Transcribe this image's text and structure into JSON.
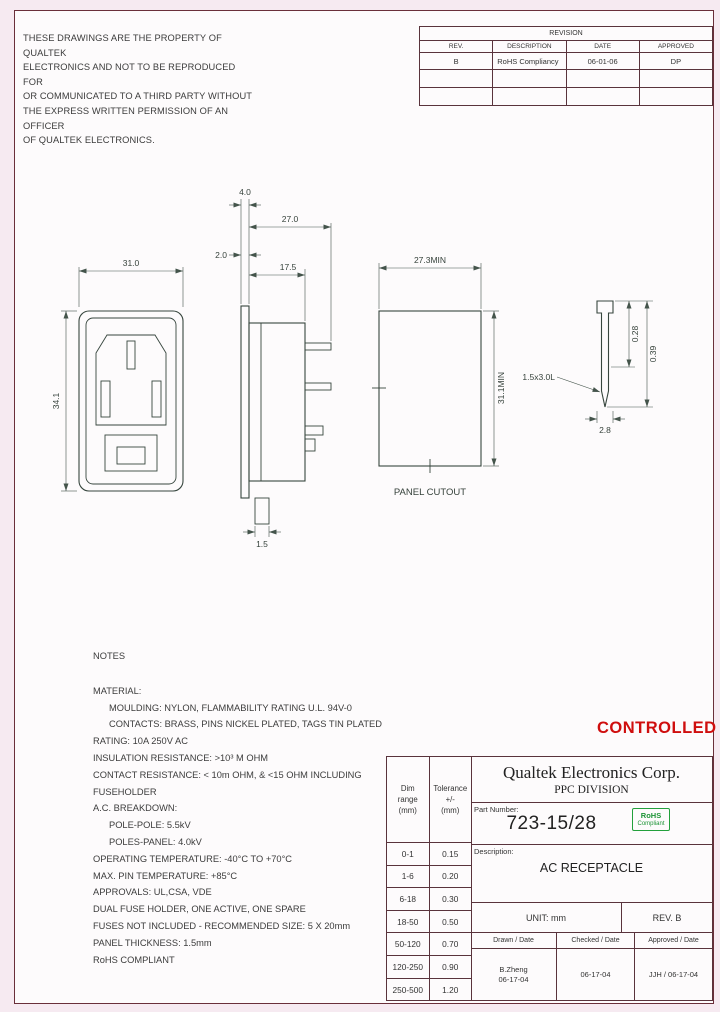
{
  "copyright": {
    "lines": [
      "THESE DRAWINGS ARE THE PROPERTY OF QUALTEK",
      "ELECTRONICS AND NOT TO BE REPRODUCED FOR",
      "OR COMMUNICATED TO A THIRD PARTY WITHOUT",
      "THE EXPRESS WRITTEN PERMISSION OF AN OFFICER",
      "OF QUALTEK ELECTRONICS."
    ]
  },
  "revision_table": {
    "title": "REVISION",
    "headers": [
      "REV.",
      "DESCRIPTION",
      "DATE",
      "APPROVED"
    ],
    "rows": [
      {
        "rev": "B",
        "description": "RoHS Compliancy",
        "date": "06-01-06",
        "approved": "DP"
      }
    ]
  },
  "drawing": {
    "front": {
      "width": "31.0",
      "height": "34.1"
    },
    "side": {
      "d_flange": "4.0",
      "d_depth": "27.0",
      "d_step": "2.0",
      "d_body": "17.5",
      "d_tab": "1.5"
    },
    "cutout": {
      "width": "27.3MIN",
      "height": "31.1MIN",
      "label": "PANEL CUTOUT"
    },
    "pin": {
      "slot": "1.5x3.0L",
      "width": "2.8",
      "dim_inner": "0.28",
      "dim_outer": "0.39"
    }
  },
  "notes": {
    "title": "NOTES",
    "lines": [
      "MATERIAL:",
      "MOULDING: NYLON, FLAMMABILITY RATING U.L. 94V-0",
      "CONTACTS:  BRASS, PINS NICKEL PLATED, TAGS TIN PLATED",
      "RATING:  10A 250V AC",
      "INSULATION RESISTANCE: >10³ M OHM",
      "CONTACT RESISTANCE: < 10m OHM, & <15 OHM INCLUDING FUSEHOLDER",
      "A.C. BREAKDOWN:",
      "POLE-POLE: 5.5kV",
      "POLES-PANEL: 4.0kV",
      "OPERATING TEMPERATURE: -40°C TO +70°C",
      "MAX. PIN TEMPERATURE: +85°C",
      "APPROVALS: UL,CSA, VDE",
      "DUAL FUSE HOLDER, ONE ACTIVE, ONE SPARE",
      "FUSES NOT INCLUDED - RECOMMENDED SIZE: 5 X 20mm",
      "PANEL THICKNESS: 1.5mm",
      "RoHS COMPLIANT"
    ]
  },
  "stamp": {
    "controlled": "CONTROLLED"
  },
  "title_block": {
    "tolerance": {
      "dim_header": [
        "Dim",
        "range",
        "(mm)"
      ],
      "tol_header": [
        "Tolerance",
        "+/-",
        "(mm)"
      ],
      "rows": [
        [
          "0-1",
          "0.15"
        ],
        [
          "1-6",
          "0.20"
        ],
        [
          "6-18",
          "0.30"
        ],
        [
          "18-50",
          "0.50"
        ],
        [
          "50-120",
          "0.70"
        ],
        [
          "120-250",
          "0.90"
        ],
        [
          "250-500",
          "1.20"
        ]
      ]
    },
    "company": "Qualtek Electronics Corp.",
    "division": "PPC DIVISION",
    "part_number_label": "Part Number:",
    "part_number": "723-15/28",
    "rohs_line1": "RoHS",
    "rohs_line2": "Compliant",
    "description_label": "Description:",
    "description": "AC RECEPTACLE",
    "unit": "UNIT: mm",
    "rev": "REV. B",
    "drawn_label": "Drawn / Date",
    "checked_label": "Checked / Date",
    "approved_label": "Approved / Date",
    "drawn_name": "B.Zheng",
    "drawn_date": "06-17-04",
    "checked_date": "06-17-04",
    "approved_value": "JJH / 06-17-04"
  }
}
